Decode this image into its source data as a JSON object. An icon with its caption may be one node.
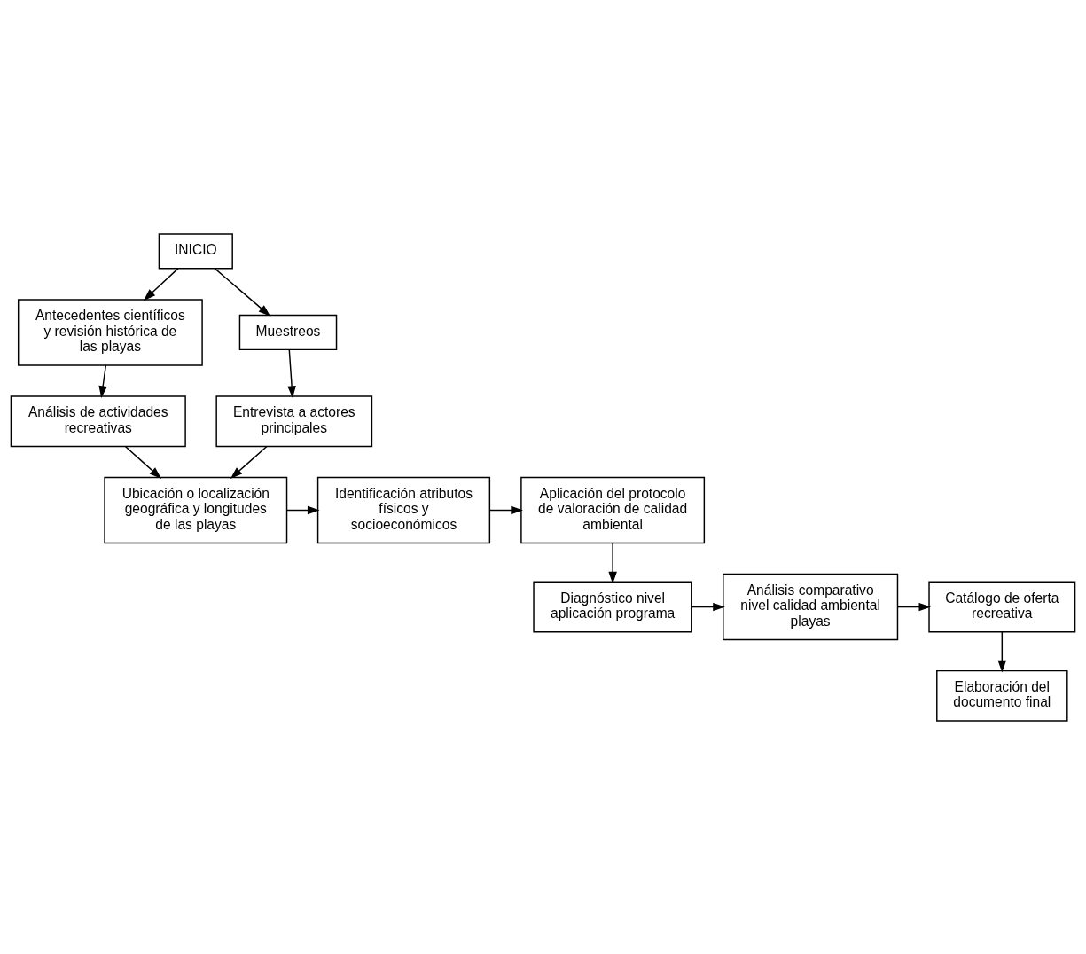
{
  "diagram": {
    "nodes": [
      {
        "text": [
          "INICIO"
        ]
      },
      {
        "text": [
          "Antecedentes científicos y revisión histórica de las playas"
        ]
      },
      {
        "text": [
          "Muestreos"
        ]
      },
      {
        "text": [
          "Análisis de actividades recreativas"
        ]
      },
      {
        "text": [
          "Entrevista a actores principales"
        ]
      },
      {
        "text": [
          "Ubicación o localización geográfica y longitudes de las playas"
        ]
      },
      {
        "text": [
          "Identificación atributos físicos y socioeconómicos"
        ]
      },
      {
        "text": [
          "Aplicación del protocolo de valoración de calidad ambiental"
        ]
      },
      {
        "text": [
          "Diagnóstico nivel aplicación programa"
        ]
      },
      {
        "text": [
          "Análisis comparativo nivel calidad ambiental playas"
        ]
      },
      {
        "text": [
          "Catálogo de oferta recreativa"
        ]
      },
      {
        "text": [
          "Elaboración del documento final"
        ]
      }
    ],
    "edges": [
      {
        "from": 0,
        "to": 1,
        "arrow": "to"
      },
      {
        "from": 0,
        "to": 2,
        "arrow": "to"
      },
      {
        "from": 1,
        "to": 3,
        "arrow": "to"
      },
      {
        "from": 2,
        "to": 4,
        "arrow": "to"
      },
      {
        "from": 3,
        "to": 5,
        "arrow": "to"
      },
      {
        "from": 4,
        "to": 5,
        "arrow": "to"
      },
      {
        "from": 5,
        "to": 6,
        "arrow": "to"
      },
      {
        "from": 6,
        "to": 7,
        "arrow": "to"
      },
      {
        "from": 7,
        "to": 8,
        "arrow": "to"
      },
      {
        "from": 8,
        "to": 9,
        "arrow": "to"
      },
      {
        "from": 9,
        "to": 10,
        "arrow": "to"
      },
      {
        "from": 10,
        "to": 11,
        "arrow": "to"
      }
    ]
  }
}
